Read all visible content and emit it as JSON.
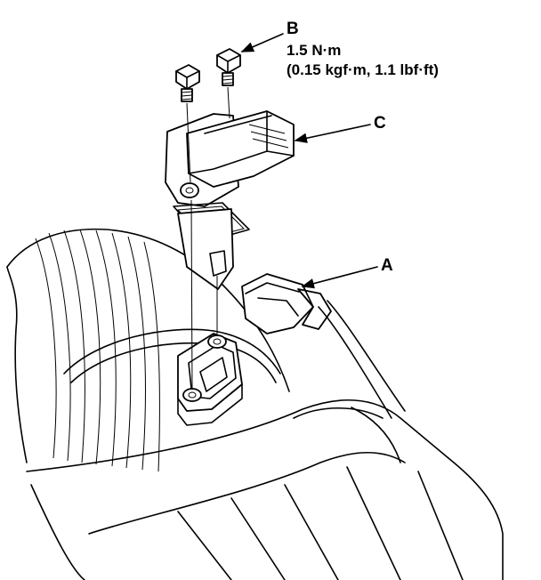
{
  "labels": {
    "b": "B",
    "b_torque": "1.5 N·m",
    "b_torque_alt": "(0.15 kgf·m, 1.1 lbf·ft)",
    "c": "C",
    "a": "A"
  },
  "colors": {
    "line": "#000000",
    "background": "#ffffff"
  }
}
